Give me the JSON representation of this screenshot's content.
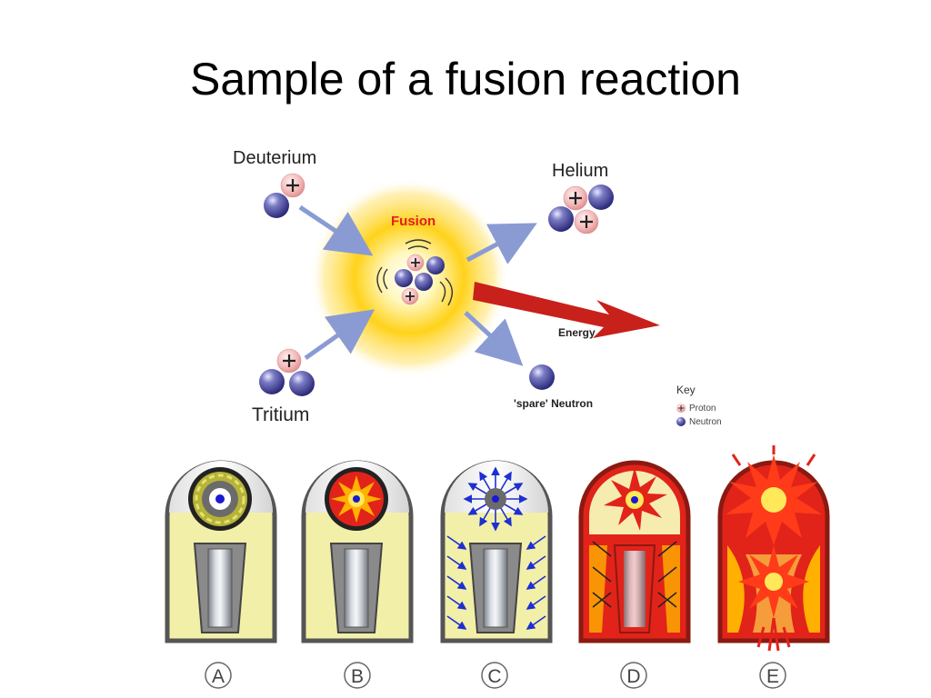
{
  "slide": {
    "title": "Sample of a fusion reaction"
  },
  "reaction": {
    "inputs": [
      {
        "label": "Deuterium",
        "protons": 1,
        "neutrons": 1
      },
      {
        "label": "Tritium",
        "protons": 1,
        "neutrons": 2
      }
    ],
    "center_label": "Fusion",
    "outputs": [
      {
        "label": "Helium",
        "protons": 2,
        "neutrons": 2
      },
      {
        "label": "'spare' Neutron",
        "protons": 0,
        "neutrons": 1
      },
      {
        "label": "Energy"
      }
    ]
  },
  "key": {
    "title": "Key",
    "items": [
      {
        "label": "Proton",
        "icon": "proton-icon"
      },
      {
        "label": "Neutron",
        "icon": "neutron-icon"
      }
    ]
  },
  "stages": [
    {
      "letter": "A"
    },
    {
      "letter": "B"
    },
    {
      "letter": "C"
    },
    {
      "letter": "D"
    },
    {
      "letter": "E"
    }
  ],
  "colors": {
    "proton": "#f4b9b9",
    "neutron": "#5757a8",
    "arrow": "#8a9bd4",
    "energy_arrow": "#c8201a",
    "fusion_text": "#e02020",
    "glow": "#ffd21a",
    "casing_fill": "#f2f0a8",
    "fireball": "#e2231a"
  }
}
